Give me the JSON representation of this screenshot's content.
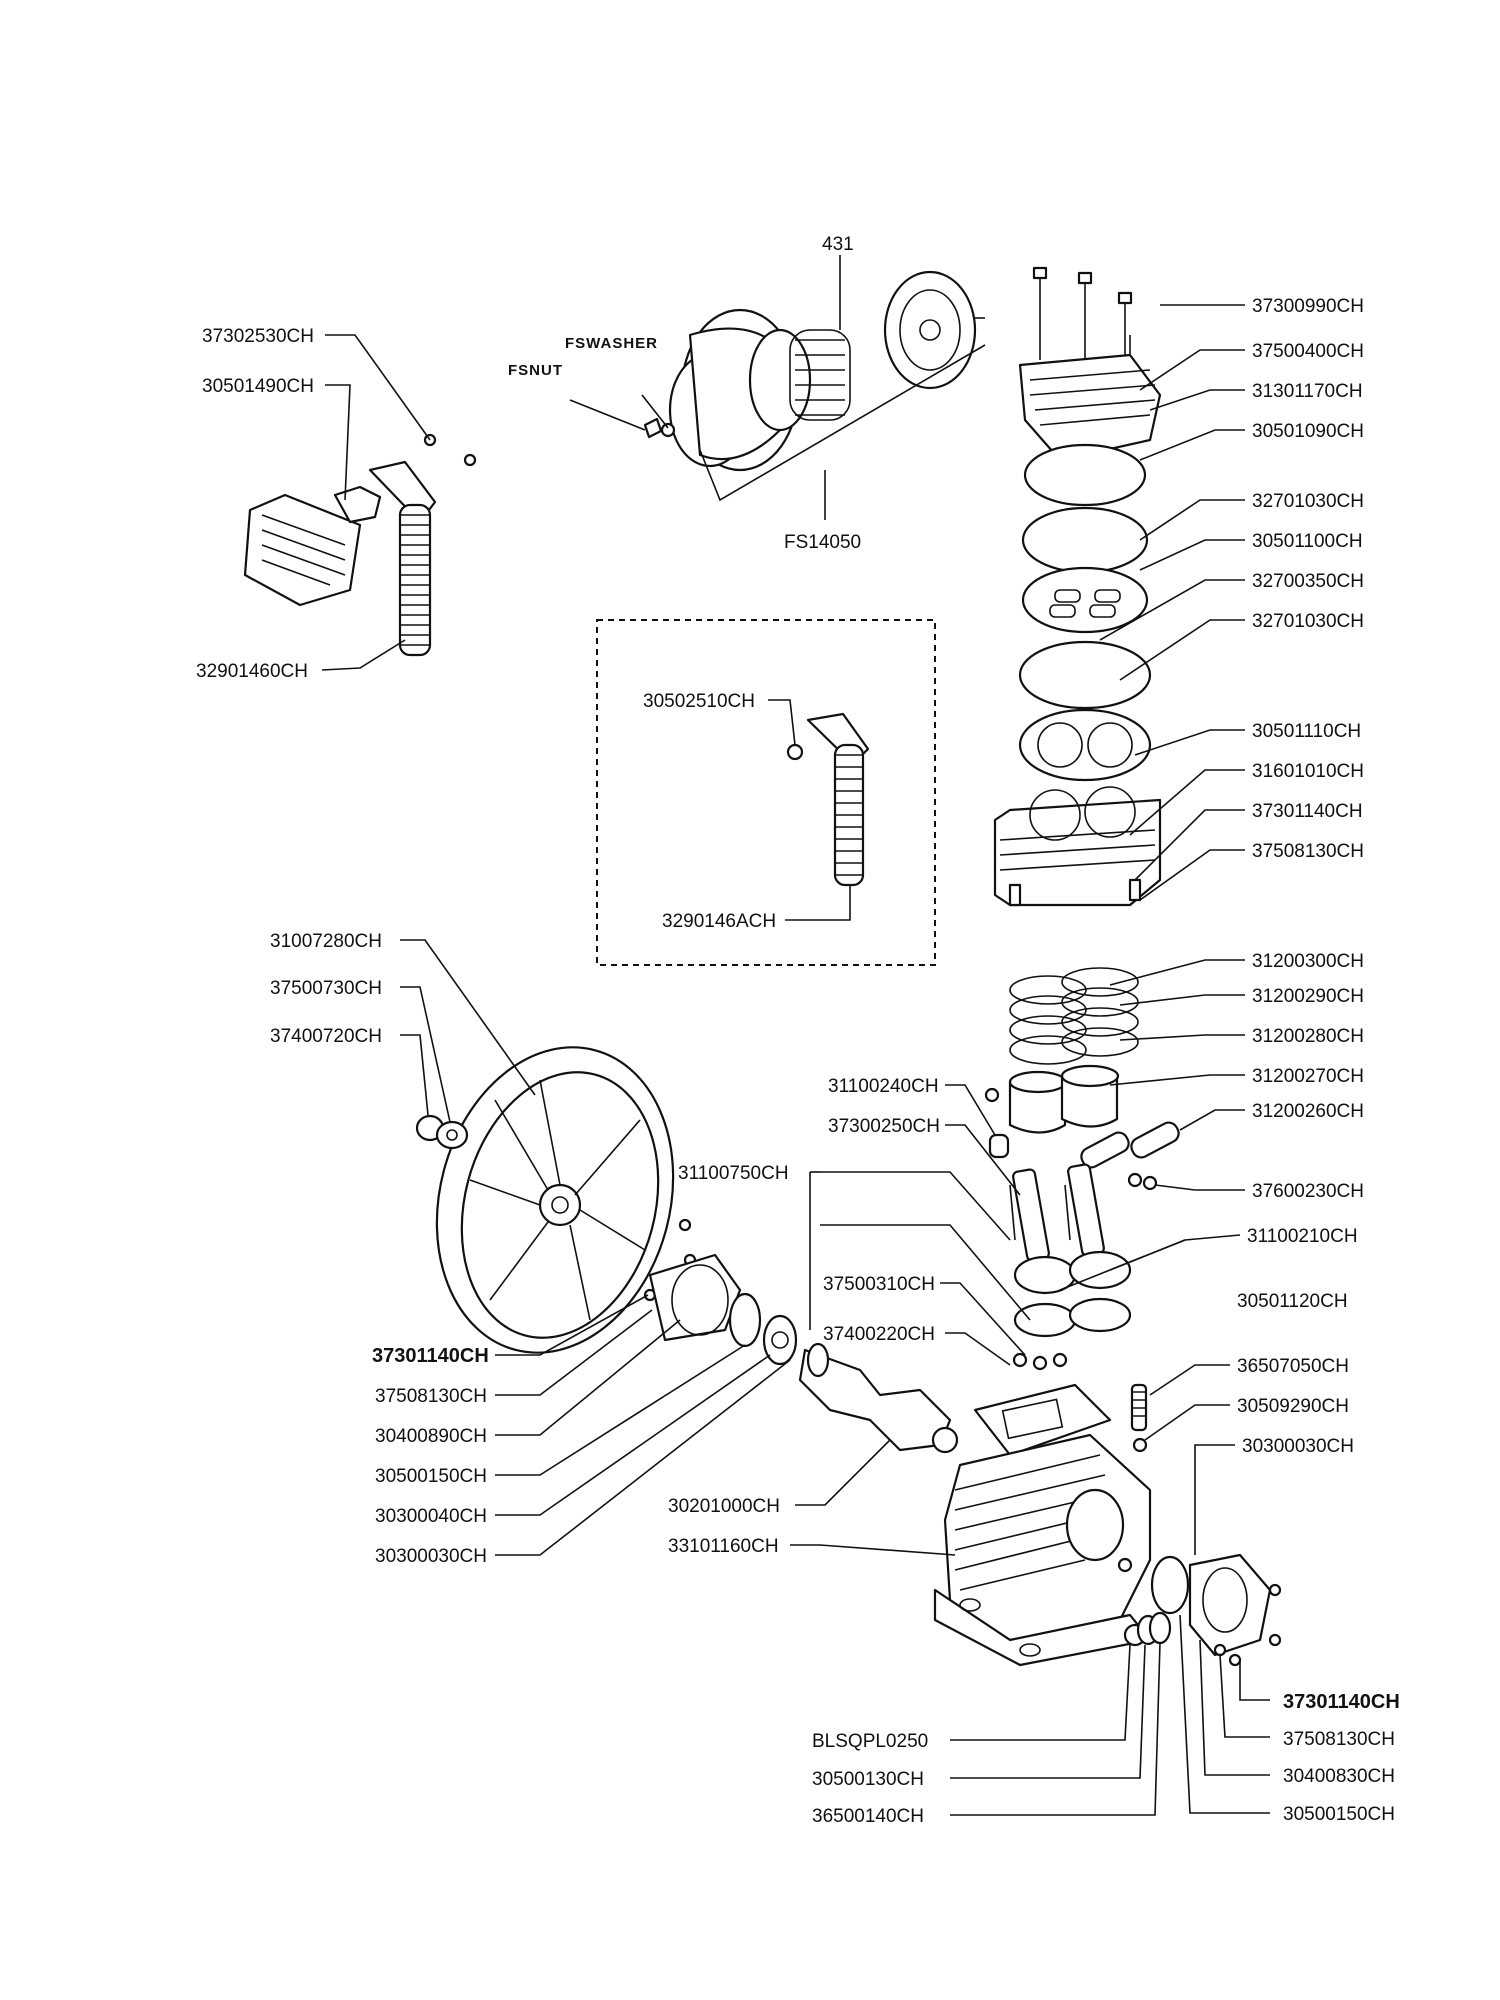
{
  "parts": {
    "p431": "431",
    "fswasher": "FSWASHER",
    "fsnut": "FSNUT",
    "fs14050": "FS14050",
    "p37302530": "37302530CH",
    "p30501490": "30501490CH",
    "p32901460": "32901460CH",
    "p30502510": "30502510CH",
    "p3290146a": "3290146ACH",
    "p37300990": "37300990CH",
    "p37500400": "37500400CH",
    "p31301170": "31301170CH",
    "p30501090": "30501090CH",
    "p32701030a": "32701030CH",
    "p30501100": "30501100CH",
    "p32700350": "32700350CH",
    "p32701030b": "32701030CH",
    "p30501110": "30501110CH",
    "p31601010": "31601010CH",
    "p37301140a": "37301140CH",
    "p37508130a": "37508130CH",
    "p31200300": "31200300CH",
    "p31200290": "31200290CH",
    "p31200280": "31200280CH",
    "p31200270": "31200270CH",
    "p31200260": "31200260CH",
    "p37600230": "37600230CH",
    "p31100210": "31100210CH",
    "p30501120": "30501120CH",
    "p36507050": "36507050CH",
    "p30509290": "30509290CH",
    "p30300030a": "30300030CH",
    "p31007280": "31007280CH",
    "p37500730": "37500730CH",
    "p37400720": "37400720CH",
    "p31100240": "31100240CH",
    "p37300250": "37300250CH",
    "p31100750": "31100750CH",
    "p37500310": "37500310CH",
    "p37400220": "37400220CH",
    "p37301140b": "37301140CH",
    "p37508130b": "37508130CH",
    "p30400890": "30400890CH",
    "p30500150a": "30500150CH",
    "p30300040": "30300040CH",
    "p30300030b": "30300030CH",
    "p30201000": "30201000CH",
    "p33101160": "33101160CH",
    "p37301140c": "37301140CH",
    "p37508130c": "37508130CH",
    "p30400830": "30400830CH",
    "p30500150b": "30500150CH",
    "pblsqpl": "BLSQPL0250",
    "p30500130": "30500130CH",
    "p36500140": "36500140CH"
  },
  "icons": {
    "head": "cylinder-head-icon",
    "filter": "air-filter-icon",
    "flywheel": "flywheel-icon",
    "crankcase": "crankcase-icon"
  }
}
